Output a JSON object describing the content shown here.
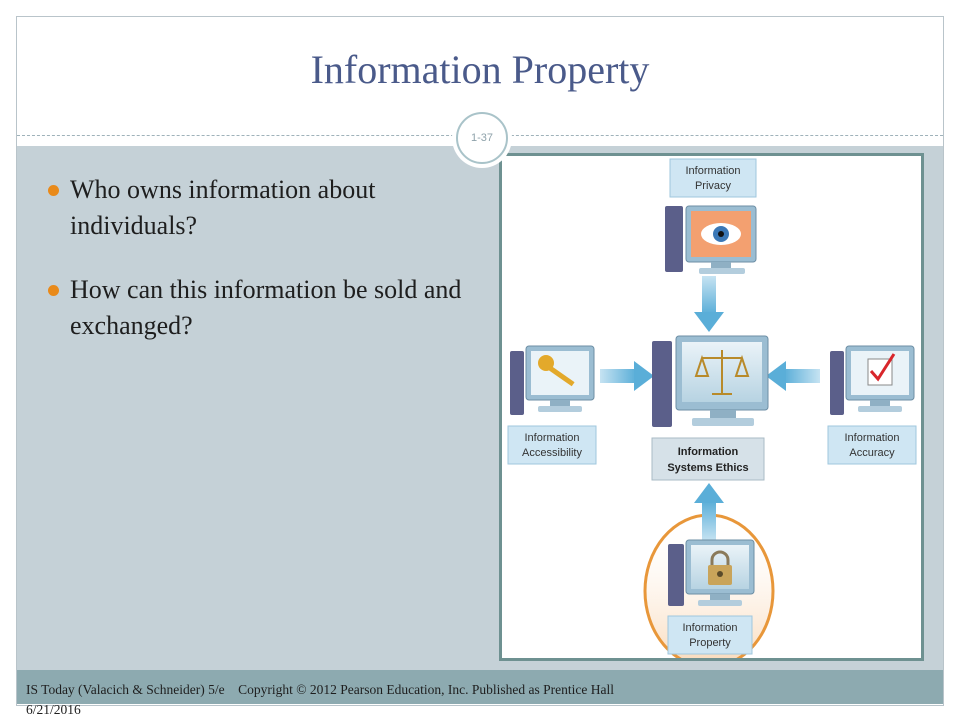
{
  "slide": {
    "title": "Information Property",
    "number": "1-37",
    "bullets": [
      "Who owns information about individuals?",
      "How can this information be sold and exchanged?"
    ]
  },
  "figure": {
    "top": {
      "line1": "Information",
      "line2": "Privacy"
    },
    "left": {
      "line1": "Information",
      "line2": "Accessibility"
    },
    "center": {
      "line1": "Information",
      "line2": "Systems Ethics"
    },
    "right": {
      "line1": "Information",
      "line2": "Accuracy"
    },
    "bottom": {
      "line1": "Information",
      "line2": "Property"
    },
    "highlight_color": "#e8973a",
    "arrow_color": "#5aaed8"
  },
  "footer": {
    "source": "IS Today (Valacich & Schneider) 5/e",
    "copyright": "Copyright © 2012 Pearson Education, Inc. Published as Prentice Hall",
    "date": "6/21/2016"
  },
  "colors": {
    "title": "#4a5a8a",
    "bullet": "#e98a1a",
    "content_bg": "#c5d1d7",
    "footer_bg": "#8daab0"
  }
}
